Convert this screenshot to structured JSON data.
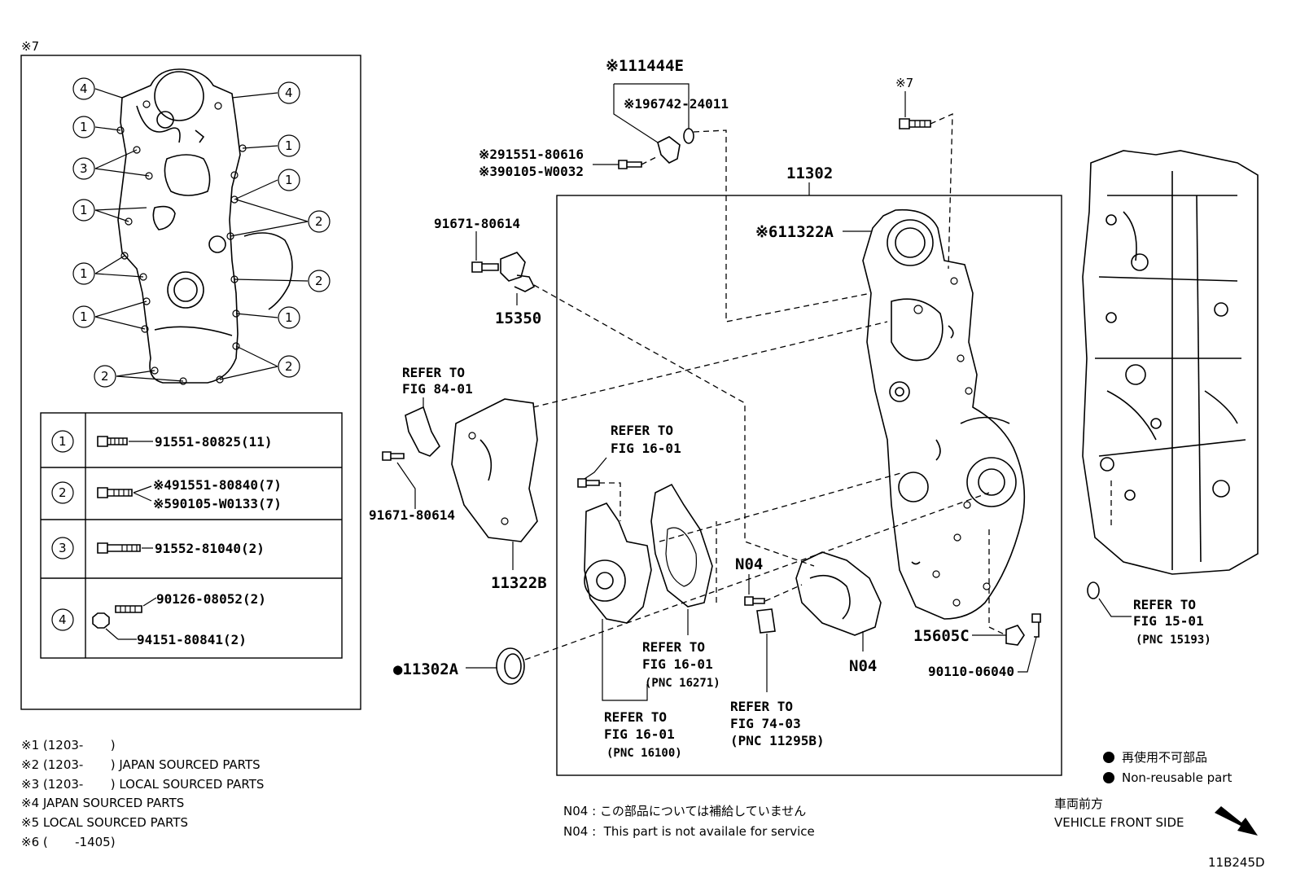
{
  "inset": {
    "marker": "※7",
    "legend_rows": [
      {
        "num": "1",
        "parts": [
          "91551-80825(11)"
        ]
      },
      {
        "num": "2",
        "parts": [
          "※491551-80840(7)",
          "※590105-W0133(7)"
        ]
      },
      {
        "num": "3",
        "parts": [
          "91552-81040(2)"
        ]
      },
      {
        "num": "4",
        "parts": [
          "90126-08052(2)",
          "94151-80841(2)"
        ]
      }
    ],
    "callouts": {
      "c1": "1",
      "c2": "2",
      "c3": "3",
      "c4": "4"
    }
  },
  "labels": {
    "p11444e": "※111444E",
    "p96742": "※196742-24011",
    "p91551_80616": "※291551-80616",
    "p90105_w0032": "※390105-W0032",
    "p7_bolt": "※7",
    "p11302": "11302",
    "p11322a": "※611322A",
    "p91671_top": "91671-80614",
    "p15350": "15350",
    "refer_84": [
      "REFER TO",
      "FIG 84-01"
    ],
    "p91671_bottom": "91671-80614",
    "p11322b": "11322B",
    "refer_16a": [
      "REFER TO",
      "FIG 16-01"
    ],
    "refer_16b": [
      "REFER TO",
      "FIG 16-01",
      "(PNC 16271)"
    ],
    "refer_16c": [
      "REFER TO",
      "FIG 16-01",
      "(PNC 16100)"
    ],
    "refer_74": [
      "REFER TO",
      "FIG 74-03",
      "(PNC 11295B)"
    ],
    "n04_top": "N04",
    "n04_bottom": "N04",
    "p15605c": "15605C",
    "p90110": "90110-06040",
    "p11302a": "●11302A",
    "refer_15": [
      "REFER TO",
      "FIG 15-01",
      "(PNC 15193)"
    ]
  },
  "footnotes": [
    "※1 (1203-       )",
    "※2 (1203-       ) JAPAN SOURCED PARTS",
    "※3 (1203-       ) LOCAL SOURCED PARTS",
    "※4 JAPAN SOURCED PARTS",
    "※5 LOCAL SOURCED PARTS",
    "※6 (       -1405)"
  ],
  "n04_notes": [
    "N04 : この部品については補給していません",
    "N04 :  This part is not availale for service"
  ],
  "legend": {
    "jp": "再使用不可部品",
    "en": "Non-reusable part"
  },
  "front": {
    "jp": "車両前方",
    "en": "VEHICLE FRONT SIDE"
  },
  "figure_id": "11B245D"
}
